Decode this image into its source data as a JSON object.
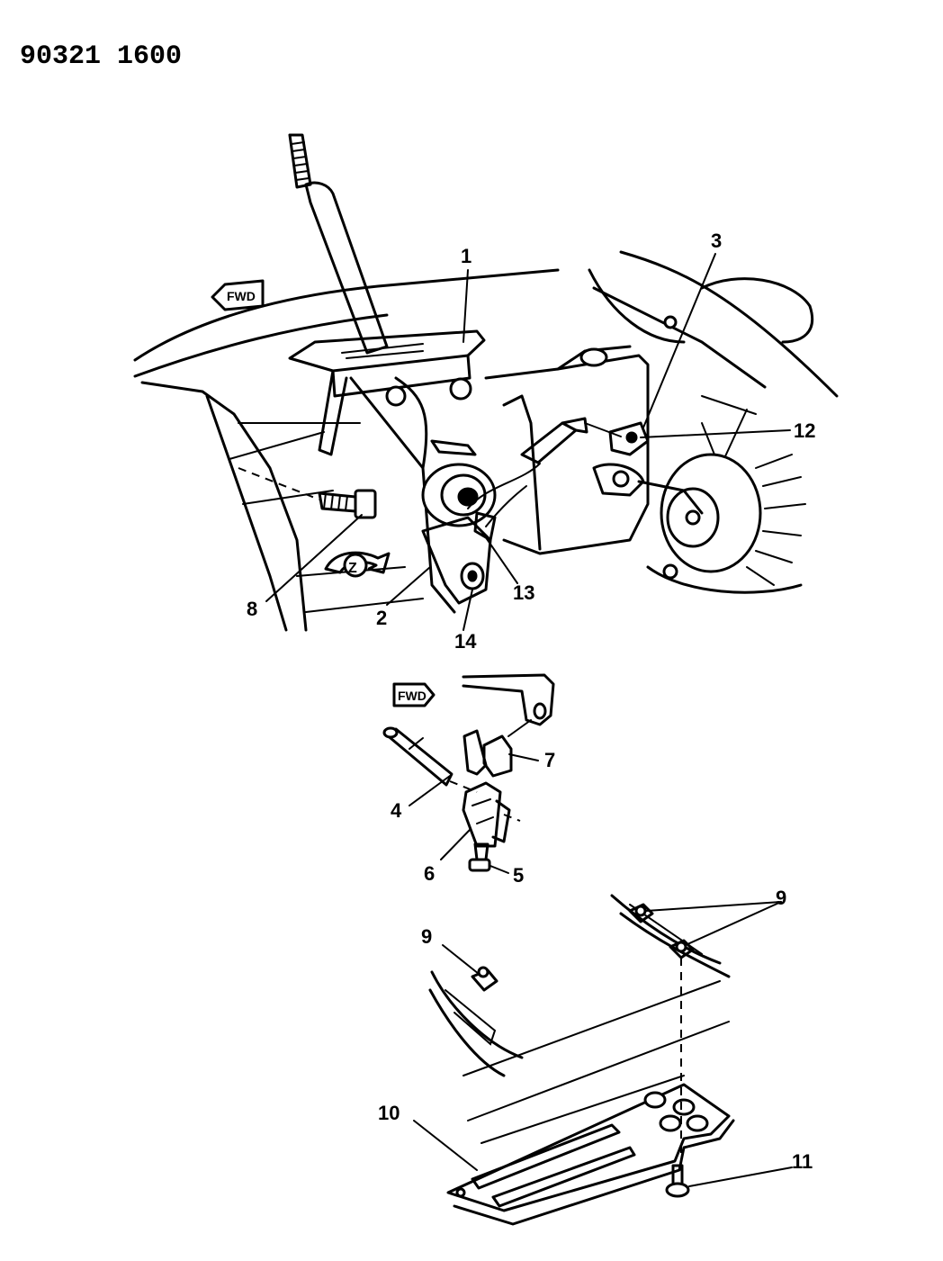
{
  "document_id": "90321 1600",
  "direction_label": "FWD",
  "view_marker": "Z",
  "callouts": {
    "c1": "1",
    "c2": "2",
    "c3": "3",
    "c4": "4",
    "c5": "5",
    "c6": "6",
    "c7": "7",
    "c8": "8",
    "c9a": "9",
    "c9b": "9",
    "c10": "10",
    "c11": "11",
    "c12": "12",
    "c13": "13",
    "c14": "14"
  }
}
